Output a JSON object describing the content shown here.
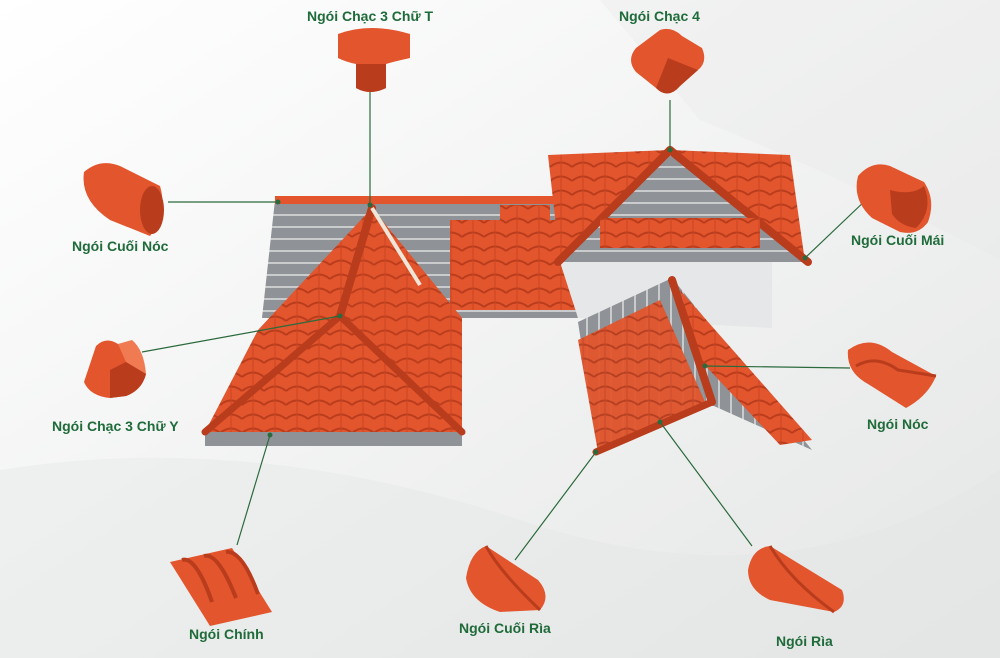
{
  "labels": {
    "ngoi_chac_3_chu_t": "Ngói Chạc 3 Chữ T",
    "ngoi_chac_4": "Ngói Chạc 4",
    "ngoi_cuoi_noc": "Ngói Cuối Nóc",
    "ngoi_cuoi_mai": "Ngói Cuối Mái",
    "ngoi_chac_3_chu_y": "Ngói Chạc 3 Chữ Y",
    "ngoi_noc": "Ngói Nóc",
    "ngoi_chinh": "Ngói Chính",
    "ngoi_cuoi_ria": "Ngói Cuối Rìa",
    "ngoi_ria": "Ngói Rìa"
  },
  "colors": {
    "label": "#1f6b3a",
    "leader": "#2b6a3c",
    "tile": "#e2552d",
    "tile_dark": "#b93c1c",
    "tile_light": "#f07a52",
    "underlay": "#8f9296",
    "wall": "#e6e7e8"
  },
  "icons": [
    "t-junction-ridge-tile-icon",
    "four-way-ridge-tile-icon",
    "ridge-end-cap-tile-icon",
    "hip-end-cap-tile-icon",
    "y-junction-ridge-tile-icon",
    "ridge-tile-icon",
    "main-tile-icon",
    "verge-end-tile-icon",
    "verge-tile-icon"
  ]
}
